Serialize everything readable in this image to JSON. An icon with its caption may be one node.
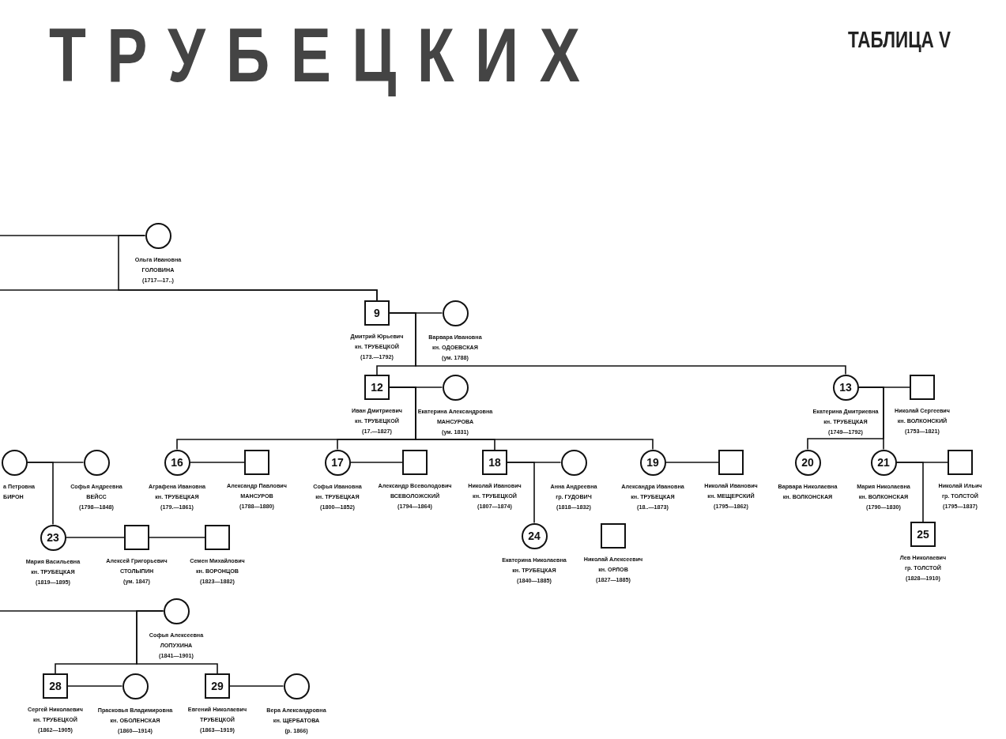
{
  "diagram": {
    "title": "ТРУБЕЦКИХ",
    "nodes": [
      {
        "text": [],
        "shape": "circle",
        "beside": [
          "Ольга Ивановна",
          "ГОЛОВИНА",
          "(1717—17..)"
        ]
      },
      {
        "text": [
          "9"
        ],
        "beside": [
          "Дмитрий Юрьевич",
          "кн. ТРУБЕЦКОЙ",
          "(173.—1792)"
        ]
      },
      {
        "text": [],
        "shape": "circle",
        "beside": [
          "Варвара Ивановна",
          "кн. ОДОЕВСКАЯ",
          "(ум. 1788)"
        ]
      },
      {
        "text": [
          "12"
        ],
        "beside": [
          "Иван Дмитриевич",
          "кн. ТРУБЕЦКОЙ",
          "(17.—1827)"
        ]
      },
      {
        "text": [],
        "shape": "circle",
        "beside": [
          "Екатерина Александровна",
          "МАНСУРОВА",
          "(ум. 1831)"
        ]
      },
      {
        "text": [
          "13"
        ],
        "beside": [
          "Екатерина Дмитриевна",
          "кн. ТРУБЕЦКАЯ",
          "(1749—1792)"
        ]
      },
      {
        "text": [],
        "shape": "box",
        "beside": [
          "Николай Сергеевич",
          "кн. ВОЛКОНСКИЙ",
          "(1753—1821)"
        ]
      },
      {
        "text": [],
        "shape": "circle",
        "beside": [
          "а Петровна",
          "БИРОН"
        ]
      },
      {
        "text": [],
        "shape": "circle",
        "beside": [
          "Софья Андреевна",
          "ВЕЙСС",
          "(1798—1848)"
        ]
      },
      {
        "text": [
          "16"
        ],
        "beside": [
          "Аграфена Ивановна",
          "кн. ТРУБЕЦКАЯ",
          "(179.—1861)"
        ]
      },
      {
        "text": [],
        "shape": "box",
        "beside": [
          "Александр Павлович",
          "МАНСУРОВ",
          "(1788—1880)"
        ]
      },
      {
        "text": [
          "17"
        ],
        "beside": [
          "Софья Ивановна",
          "кн. ТРУБЕЦКАЯ",
          "(1800—1852)"
        ]
      },
      {
        "text": [],
        "shape": "box",
        "beside": [
          "Александр Всеволодович",
          "ВСЕВОЛОЖСКИЙ",
          "(1794—1864)"
        ]
      },
      {
        "text": [
          "18"
        ],
        "beside": [
          "Николай Иванович",
          "кн. ТРУБЕЦКОЙ",
          "(1807—1874)"
        ]
      },
      {
        "text": [],
        "shape": "circle",
        "beside": [
          "Анна Андреевна",
          "гр. ГУДОВИЧ",
          "(1818—1832)"
        ]
      },
      {
        "text": [
          "19"
        ],
        "beside": [
          "Александра Ивановна",
          "кн. ТРУБЕЦКАЯ",
          "(18..—1873)"
        ]
      },
      {
        "text": [],
        "shape": "box",
        "beside": [
          "Николай Иванович",
          "кн. МЕЩЕРСКИЙ",
          "(1795—1862)"
        ]
      },
      {
        "text": [
          "20"
        ],
        "beside": [
          "Варвара Николаевна",
          "кн. ВОЛКОНСКАЯ"
        ]
      },
      {
        "text": [
          "21"
        ],
        "beside": [
          "Мария Николаевна",
          "кн. ВОЛКОНСКАЯ",
          "(1790—1830)"
        ]
      },
      {
        "text": [],
        "shape": "box",
        "beside": [
          "Николай Ильич",
          "гр. ТОЛСТОЙ",
          "(1795—1837)"
        ]
      },
      {
        "text": [
          "23"
        ],
        "beside": [
          "Мария Васильевна",
          "кн. ТРУБЕЦКАЯ",
          "(1819—1895)"
        ]
      },
      {
        "text": [],
        "shape": "box",
        "beside": [
          "Алексей Григорьевич",
          "СТОЛЫПИН",
          "(ум. 1847)"
        ]
      },
      {
        "text": [],
        "shape": "box",
        "beside": [
          "Семен Михайлович",
          "кн. ВОРОНЦОВ",
          "(1823—1882)"
        ]
      },
      {
        "text": [
          "24"
        ],
        "beside": [
          "Екатерина Николаевна",
          "кн. ТРУБЕЦКАЯ",
          "(1840—1885)"
        ]
      },
      {
        "text": [],
        "shape": "box",
        "beside": [
          "Николай Алексеевич",
          "кн. ОРЛОВ",
          "(1827—1885)"
        ]
      },
      {
        "text": [
          "25"
        ],
        "beside": [
          "Лев Николаевич",
          "гр. ТОЛСТОЙ",
          "(1828—1910)"
        ]
      },
      {
        "text": [],
        "shape": "circle",
        "beside": [
          "Софья Алексеевна",
          "ЛОПУХИНА",
          "(1841—1901)"
        ]
      },
      {
        "text": [
          "28"
        ],
        "beside": [
          "Сергей Николаевич",
          "кн. ТРУБЕЦКОЙ",
          "(1862—1905)"
        ]
      },
      {
        "text": [],
        "shape": "circle",
        "beside": [
          "Прасковья Владимировна",
          "кн. ОБОЛЕНСКАЯ",
          "(1860—1914)"
        ]
      },
      {
        "text": [
          "29"
        ],
        "beside": [
          "Евгений Николаевич",
          "ТРУБЕЦКОЙ",
          "(1863—1919)"
        ]
      },
      {
        "text": [],
        "shape": "circle",
        "beside": [
          "Вера Александровна",
          "кн. ЩЕРБАТОВА",
          "(р. 1866)"
        ]
      }
    ],
    "edges": [
      {
        "from": null,
        "to": 0,
        "arrow": "none"
      },
      {
        "from": 0,
        "to": 1,
        "arrow": "none"
      },
      {
        "from": null,
        "to": 1,
        "arrow": "none"
      },
      {
        "from": 1,
        "to": 2,
        "arrow": "none"
      },
      {
        "from": 1,
        "to": 3,
        "arrow": "none"
      },
      {
        "from": 1,
        "to": 5,
        "arrow": "none"
      },
      {
        "from": 3,
        "to": 4,
        "arrow": "none"
      },
      {
        "from": 3,
        "to": 9,
        "arrow": "none"
      },
      {
        "from": 3,
        "to": 11,
        "arrow": "none"
      },
      {
        "from": 3,
        "to": 13,
        "arrow": "none"
      },
      {
        "from": 3,
        "to": 15,
        "arrow": "none"
      },
      {
        "from": 5,
        "to": 6,
        "arrow": "none"
      },
      {
        "from": 5,
        "to": 17,
        "arrow": "none"
      },
      {
        "from": 5,
        "to": 18,
        "arrow": "none"
      },
      {
        "from": 9,
        "to": 10,
        "arrow": "none"
      },
      {
        "from": 11,
        "to": 12,
        "arrow": "none"
      },
      {
        "from": 13,
        "to": 14,
        "arrow": "none"
      },
      {
        "from": 15,
        "to": 16,
        "arrow": "none"
      },
      {
        "from": 13,
        "to": 23,
        "arrow": "none"
      },
      {
        "from": 18,
        "to": 19,
        "arrow": "none"
      },
      {
        "from": 18,
        "to": 25,
        "arrow": "none"
      },
      {
        "from": 7,
        "to": 8,
        "arrow": "none"
      },
      {
        "from": 7,
        "to": 20,
        "arrow": "none"
      },
      {
        "from": 20,
        "to": 21,
        "arrow": "none"
      },
      {
        "from": 21,
        "to": 22,
        "arrow": "none"
      },
      {
        "from": null,
        "to": 26,
        "arrow": "none"
      },
      {
        "from": 26,
        "to": 27,
        "arrow": "none"
      },
      {
        "from": 26,
        "to": 29,
        "arrow": "none"
      },
      {
        "from": 27,
        "to": 28,
        "arrow": "none"
      },
      {
        "from": 29,
        "to": 30,
        "arrow": "none"
      }
    ],
    "labels": [
      "ТАБЛИЦА V"
    ]
  }
}
